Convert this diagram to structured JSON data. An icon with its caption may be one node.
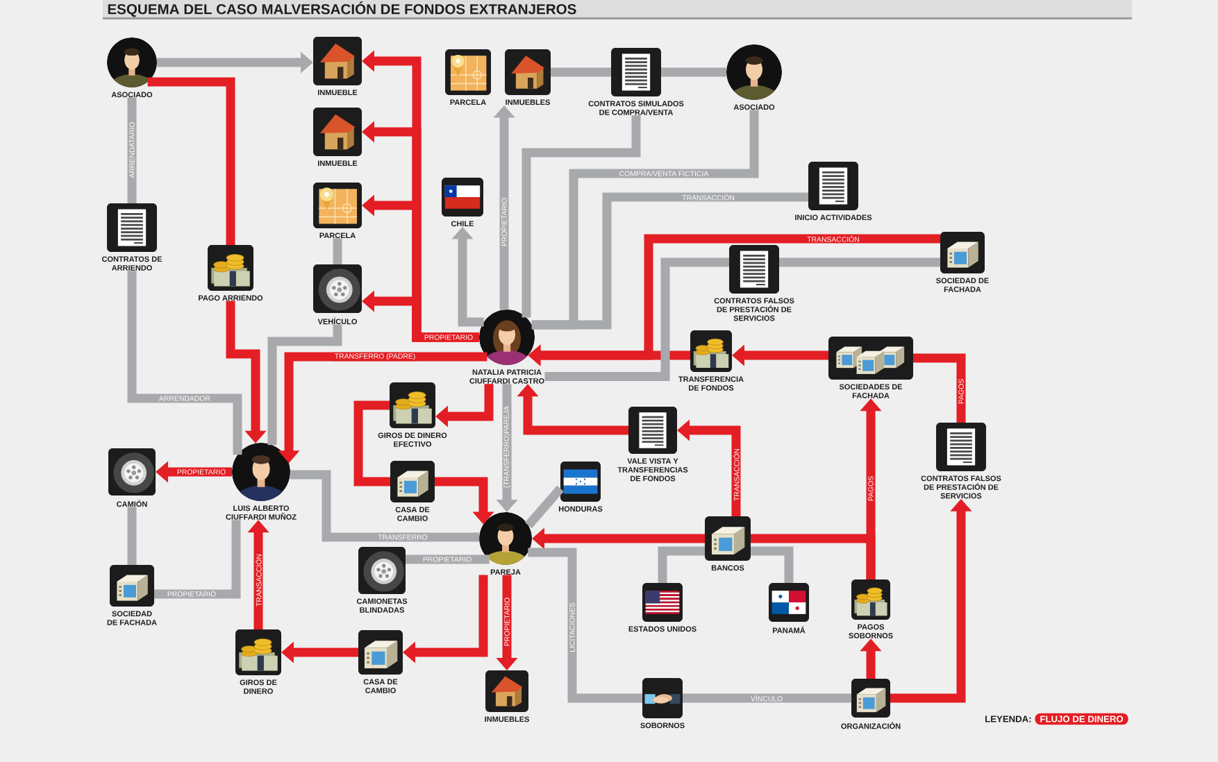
{
  "diagram": {
    "title": "ESQUEMA DEL CASO MALVERSACIÓN DE FONDOS EXTRANJEROS",
    "nodes": [
      {
        "text": [
          "ASOCIADO"
        ]
      },
      {
        "text": [
          "INMUEBLE"
        ]
      },
      {
        "text": [
          "INMUEBLE"
        ]
      },
      {
        "text": [
          "PARCELA"
        ]
      },
      {
        "text": [
          "VEHÍCULO"
        ]
      },
      {
        "text": [
          "CONTRATOS DE ARRIENDO"
        ]
      },
      {
        "text": [
          "PAGO ARRIENDO"
        ]
      },
      {
        "text": [
          "PARCELA"
        ]
      },
      {
        "text": [
          "INMUEBLES"
        ]
      },
      {
        "text": [
          "CONTRATOS SIMULADOS DE COMPRA/VENTA"
        ]
      },
      {
        "text": [
          "ASOCIADO"
        ]
      },
      {
        "text": [
          "CHILE"
        ]
      },
      {
        "text": [
          "INICIO ACTIVIDADES"
        ]
      },
      {
        "text": [
          "SOCIEDAD DE FACHADA"
        ]
      },
      {
        "text": [
          "CONTRATOS FALSOS DE PRESTACIÓN DE SERVICIOS"
        ]
      },
      {
        "text": [
          "NATALIA PATRICIA CIUFFARDI CASTRO"
        ]
      },
      {
        "text": [
          "TRANSFERENCIA DE FONDOS"
        ]
      },
      {
        "text": [
          "SOCIEDADES DE FACHADA"
        ]
      },
      {
        "text": [
          "CONTRATOS FALSOS DE PRESTACIÓN DE SERVICIOS"
        ]
      },
      {
        "text": [
          "GIROS DE DINERO EFECTIVO"
        ]
      },
      {
        "text": [
          "CASA DE CAMBIO"
        ]
      },
      {
        "text": [
          "VALE VISTA Y TRANSFERENCIAS DE FONDOS"
        ]
      },
      {
        "text": [
          "HONDURAS"
        ]
      },
      {
        "text": [
          "LUIS ALBERTO CIUFFARDI MUÑOZ"
        ]
      },
      {
        "text": [
          "CAMIÓN"
        ]
      },
      {
        "text": [
          "PAREJA"
        ]
      },
      {
        "text": [
          "BANCOS"
        ]
      },
      {
        "text": [
          "CAMIONETAS BLINDADAS"
        ]
      },
      {
        "text": [
          "SOCIEDAD DE FACHADA"
        ]
      },
      {
        "text": [
          "ESTADOS UNIDOS"
        ]
      },
      {
        "text": [
          "PANAMÁ"
        ]
      },
      {
        "text": [
          "PAGOS SOBORNOS"
        ]
      },
      {
        "text": [
          "GIROS DE DINERO"
        ]
      },
      {
        "text": [
          "CASA DE CAMBIO"
        ]
      },
      {
        "text": [
          "INMUEBLES"
        ]
      },
      {
        "text": [
          "SOBORNOS"
        ]
      },
      {
        "text": [
          "ORGANIZACIÓN"
        ]
      }
    ],
    "edges": [
      {
        "from": 0,
        "to": 1,
        "arrow": "to",
        "color": "#a7a9ac"
      },
      {
        "from": 0,
        "to": 5,
        "arrow": "none",
        "label": "ARRENDATARIO",
        "color": "#a7a9ac"
      },
      {
        "from": 5,
        "to": 23,
        "arrow": "none",
        "label": "ARRENDADOR",
        "color": "#a7a9ac"
      },
      {
        "from": 0,
        "to": 6,
        "arrow": "none"
      },
      {
        "from": 6,
        "to": 23,
        "arrow": "to"
      },
      {
        "from": 15,
        "to": 1,
        "arrow": "to",
        "label": "PROPIETARIO"
      },
      {
        "from": 15,
        "to": 2,
        "arrow": "to"
      },
      {
        "from": 15,
        "to": 3,
        "arrow": "to"
      },
      {
        "from": 15,
        "to": 4,
        "arrow": "to"
      },
      {
        "from": 15,
        "to": 23,
        "arrow": "to",
        "label": "TRANSFERRO (PADRE)"
      },
      {
        "from": 3,
        "to": 4,
        "arrow": "none",
        "color": "#a7a9ac"
      },
      {
        "from": 4,
        "to": 23,
        "arrow": "none",
        "color": "#a7a9ac"
      },
      {
        "from": 23,
        "to": 24,
        "arrow": "to",
        "label": "PROPIETARIO"
      },
      {
        "from": 32,
        "to": 23,
        "arrow": "to",
        "label": "TRANSACCIÓN"
      },
      {
        "from": 33,
        "to": 32,
        "arrow": "to"
      },
      {
        "from": 25,
        "to": 33,
        "arrow": "to"
      },
      {
        "from": 25,
        "to": 34,
        "arrow": "to",
        "label": "PROPIETARIO"
      },
      {
        "from": 15,
        "to": 19,
        "arrow": "to"
      },
      {
        "from": 19,
        "to": 20,
        "arrow": "none"
      },
      {
        "from": 20,
        "to": 25,
        "arrow": "to"
      },
      {
        "from": 21,
        "to": 15,
        "arrow": "to"
      },
      {
        "from": 26,
        "to": 21,
        "arrow": "to",
        "label": "TRANSACCIÓN"
      },
      {
        "from": 26,
        "to": 25,
        "arrow": "to"
      },
      {
        "from": 31,
        "to": 26,
        "arrow": "none"
      },
      {
        "from": 36,
        "to": 31,
        "arrow": "to"
      },
      {
        "from": 36,
        "to": 18,
        "arrow": "to"
      },
      {
        "from": 18,
        "to": 17,
        "arrow": "none",
        "label": "PAGOS"
      },
      {
        "from": 31,
        "to": 17,
        "arrow": "to",
        "label": "PAGOS"
      },
      {
        "from": 17,
        "to": 16,
        "arrow": "to"
      },
      {
        "from": 16,
        "to": 15,
        "arrow": "to"
      },
      {
        "from": 13,
        "to": 15,
        "arrow": "to",
        "label": "TRANSACCIÓN"
      },
      {
        "from": 8,
        "to": 9,
        "arrow": "none",
        "color": "#a7a9ac"
      },
      {
        "from": 9,
        "to": 10,
        "arrow": "none",
        "color": "#a7a9ac"
      },
      {
        "from": 9,
        "to": 15,
        "arrow": "none",
        "color": "#a7a9ac"
      },
      {
        "from": 10,
        "to": 15,
        "arrow": "none",
        "label": "COMPRA/VENTA FICTICIA",
        "color": "#a7a9ac"
      },
      {
        "from": 12,
        "to": 15,
        "arrow": "none",
        "label": "TRANSACCIÓN",
        "color": "#a7a9ac"
      },
      {
        "from": 13,
        "to": 14,
        "arrow": "none",
        "color": "#a7a9ac"
      },
      {
        "from": 14,
        "to": 15,
        "arrow": "none",
        "color": "#a7a9ac"
      },
      {
        "from": 15,
        "to": 8,
        "arrow": "to",
        "label": "PROPIETARIO",
        "color": "#a7a9ac"
      },
      {
        "from": 15,
        "to": 11,
        "arrow": "to",
        "color": "#a7a9ac"
      },
      {
        "from": 15,
        "to": 25,
        "arrow": "to",
        "label": "(TRANSFERRO)PAREJA",
        "color": "#a7a9ac"
      },
      {
        "from": 22,
        "to": 25,
        "arrow": "none",
        "color": "#a7a9ac"
      },
      {
        "from": 23,
        "to": 25,
        "arrow": "none",
        "label": "TRANSFERRO",
        "color": "#a7a9ac"
      },
      {
        "from": 25,
        "to": 27,
        "arrow": "none",
        "label": "PROPIETARIO",
        "color": "#a7a9ac"
      },
      {
        "from": 23,
        "to": 28,
        "arrow": "none",
        "label": "PROPIETARIO",
        "color": "#a7a9ac"
      },
      {
        "from": 24,
        "to": 28,
        "arrow": "none",
        "color": "#a7a9ac"
      },
      {
        "from": 26,
        "to": 29,
        "arrow": "none",
        "color": "#a7a9ac"
      },
      {
        "from": 26,
        "to": 30,
        "arrow": "none",
        "color": "#a7a9ac"
      },
      {
        "from": 25,
        "to": 35,
        "arrow": "none",
        "label": "LICITACIONES",
        "color": "#a7a9ac"
      },
      {
        "from": 35,
        "to": 36,
        "arrow": "none",
        "label": "VÍNCULO",
        "color": "#a7a9ac"
      }
    ],
    "labels": [
      "LEYENDA:"
    ],
    "legend": [
      {
        "text": "FLUJO DE DINERO",
        "color": "#e31e24"
      }
    ]
  }
}
